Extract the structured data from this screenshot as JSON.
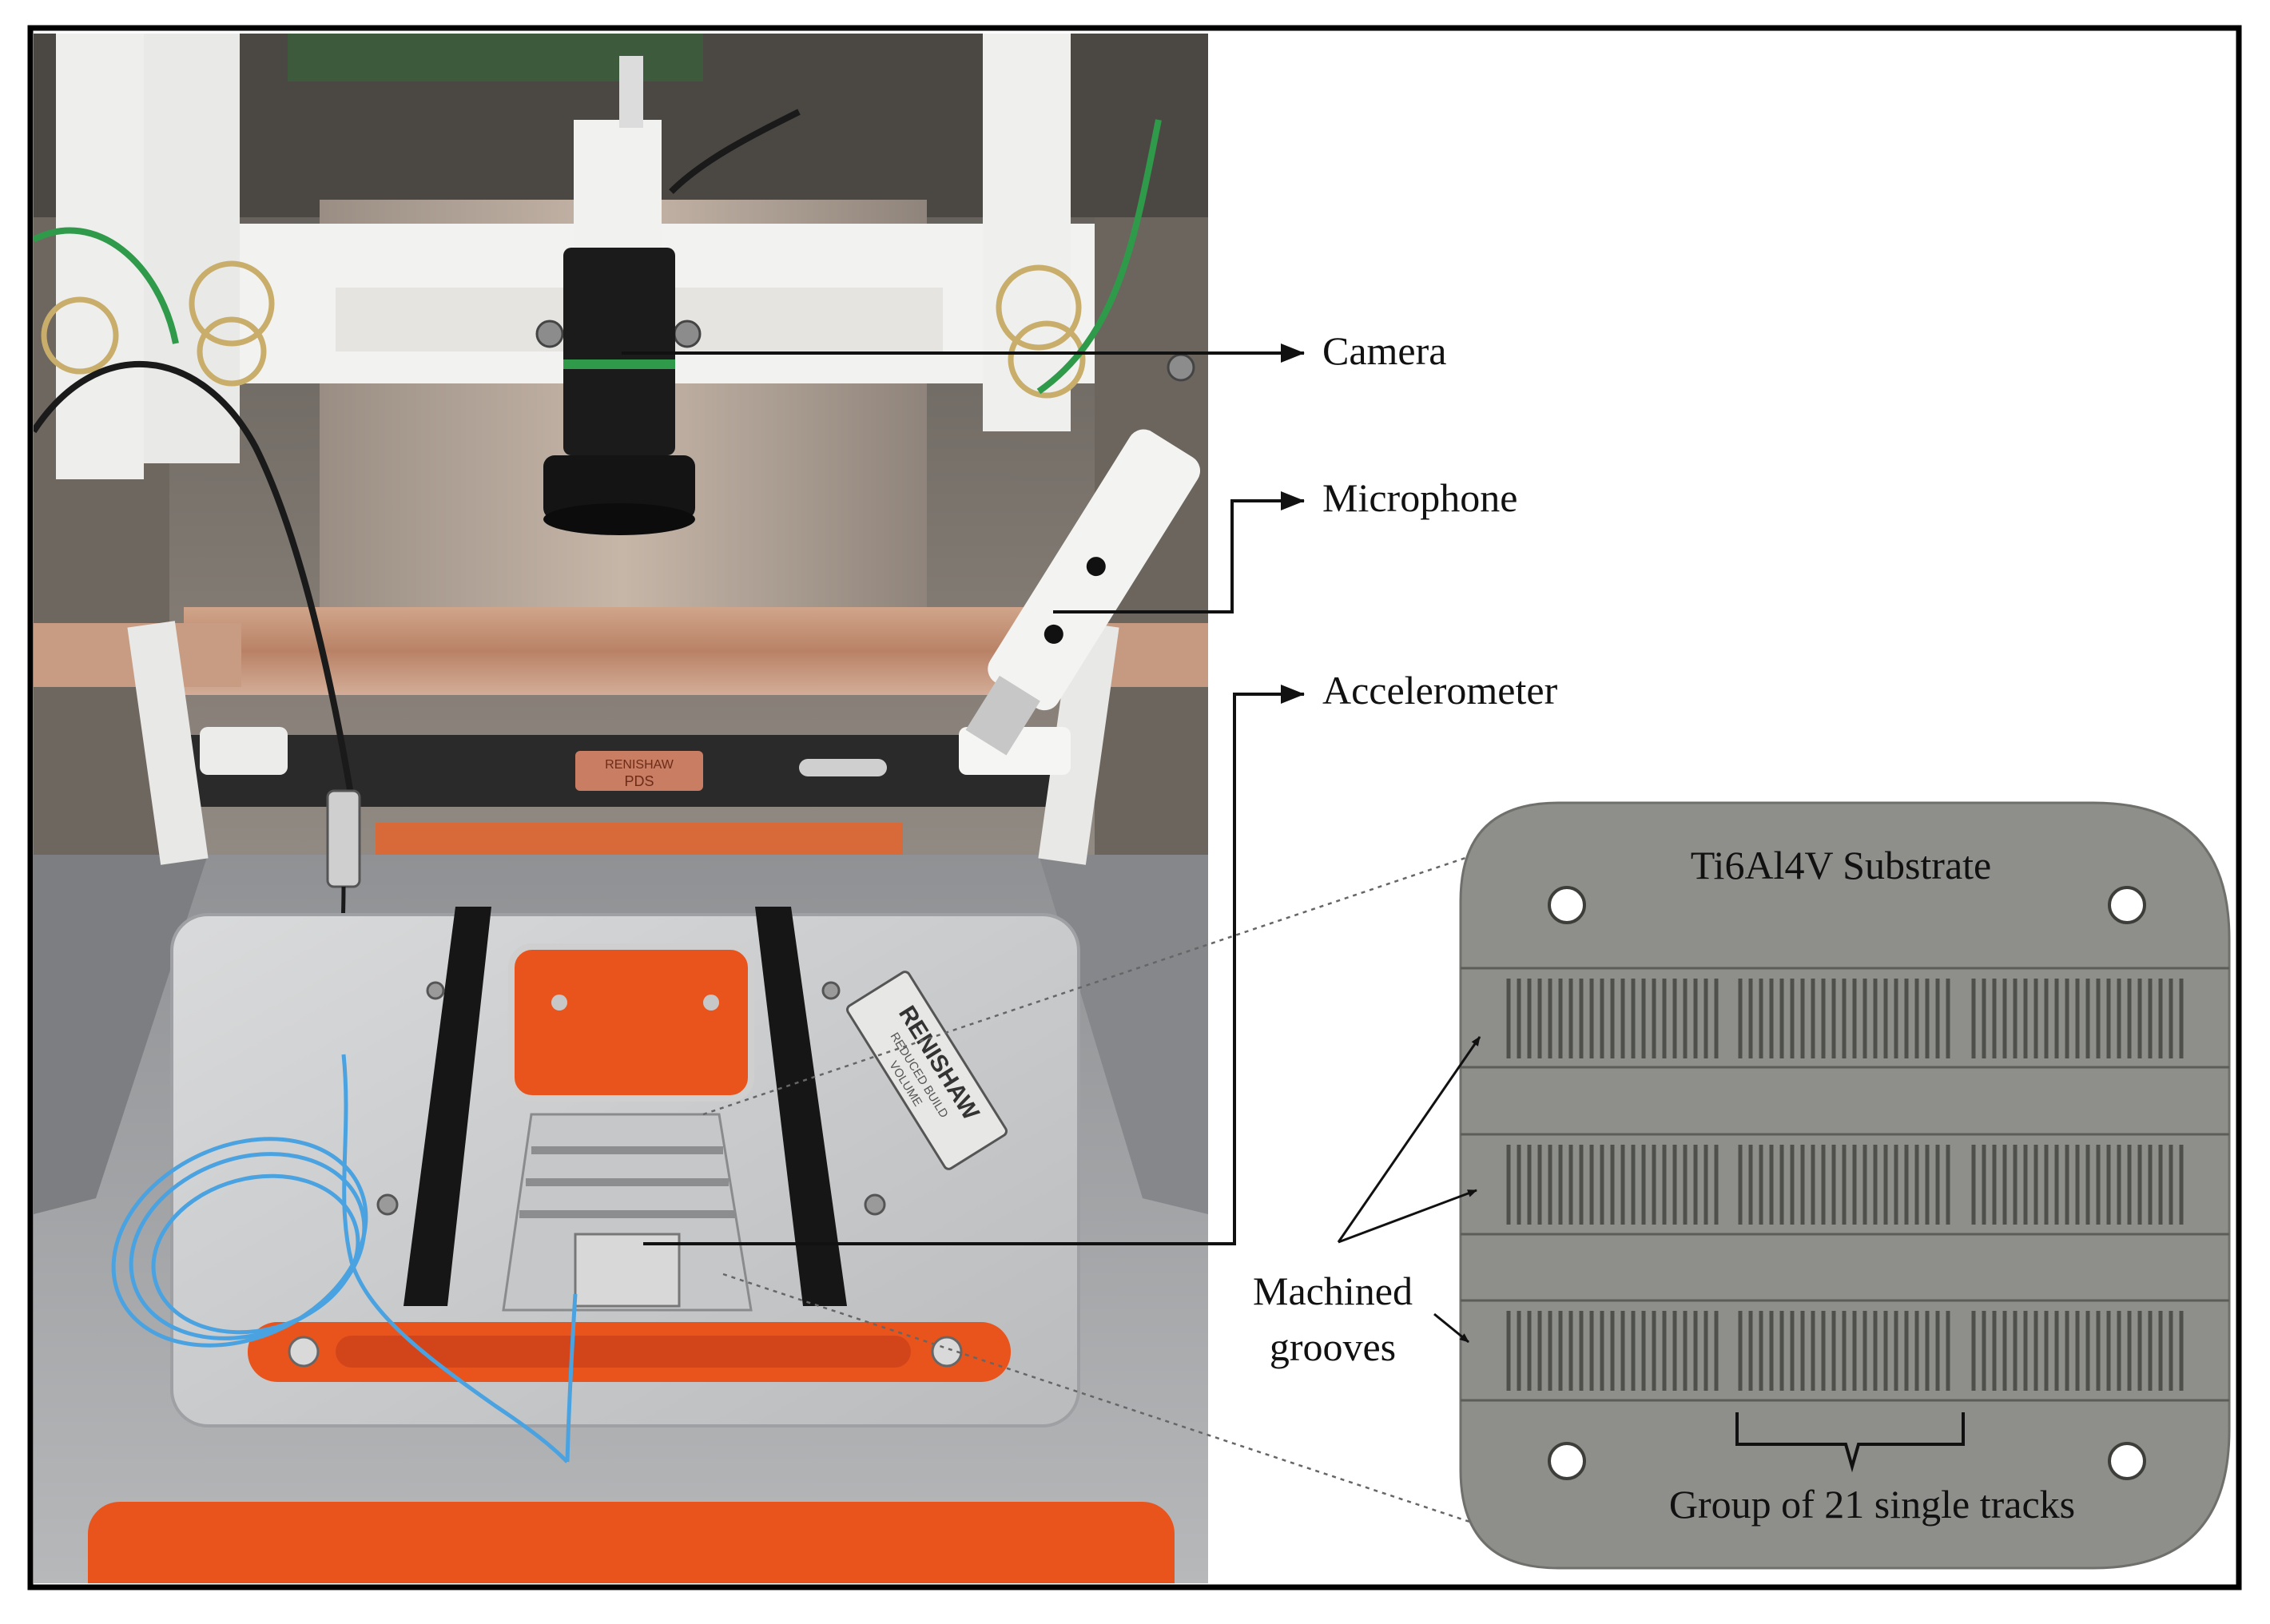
{
  "callouts": {
    "camera": "Camera",
    "microphone": "Microphone",
    "accelerometer": "Accelerometer"
  },
  "substrate": {
    "title": "Ti6Al4V Substrate",
    "grooves_label_line1": "Machined",
    "grooves_label_line2": "grooves",
    "group_label": "Group of 21 single tracks",
    "rows": 3,
    "groups_per_row": 3,
    "tracks_per_group": 21
  },
  "photo": {
    "panel_label": "RENISHAW",
    "panel_sublabel_1": "REDUCED BUILD",
    "panel_sublabel_2": "VOLUME",
    "plate_label": "RENISHAW",
    "plate_sublabel": "PDS"
  },
  "colors": {
    "frame": "#000000",
    "substrate_fill": "#8e8f8b",
    "orange": "#e8541c",
    "cable_blue": "#4aa3e0",
    "cable_green": "#2f9a4a"
  }
}
